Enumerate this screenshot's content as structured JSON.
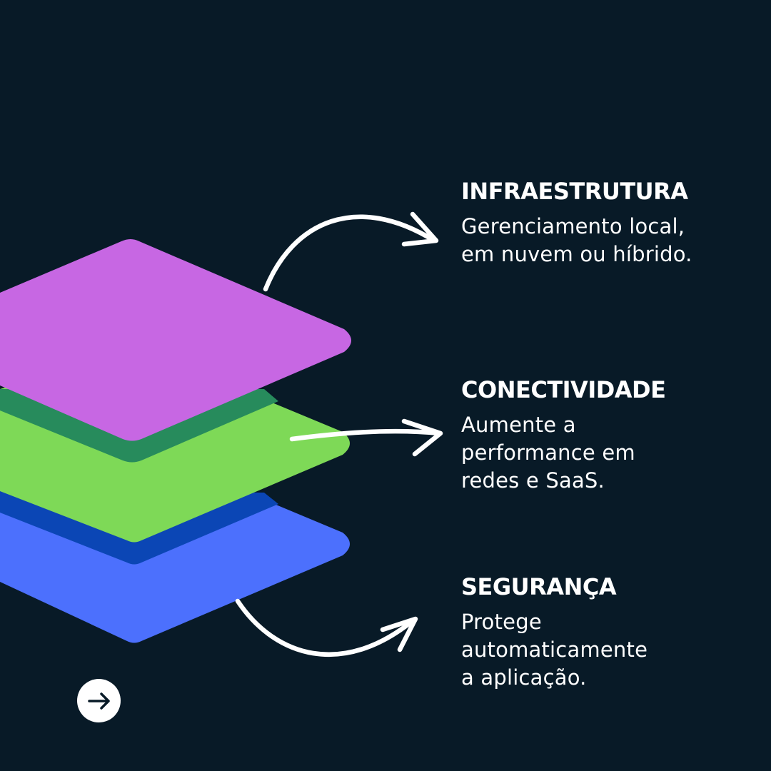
{
  "colors": {
    "background": "#081a27",
    "layer_top": "#c767e3",
    "layer_middle": "#7ed957",
    "layer_middle_shadow": "#278b5c",
    "layer_bottom": "#4c70fd",
    "layer_bottom_shadow": "#0b46b5",
    "arrow": "#ffffff"
  },
  "sections": [
    {
      "title": "INFRAESTRUTURA",
      "lines": [
        "Gerenciamento local,",
        "em nuvem ou híbrido."
      ]
    },
    {
      "title": "CONECTIVIDADE",
      "lines": [
        "Aumente a",
        "performance em",
        "redes e SaaS."
      ]
    },
    {
      "title": "SEGURANÇA",
      "lines": [
        "Protege",
        "automaticamente",
        "a aplicação."
      ]
    }
  ],
  "next_button": {
    "icon": "arrow-right-icon"
  }
}
